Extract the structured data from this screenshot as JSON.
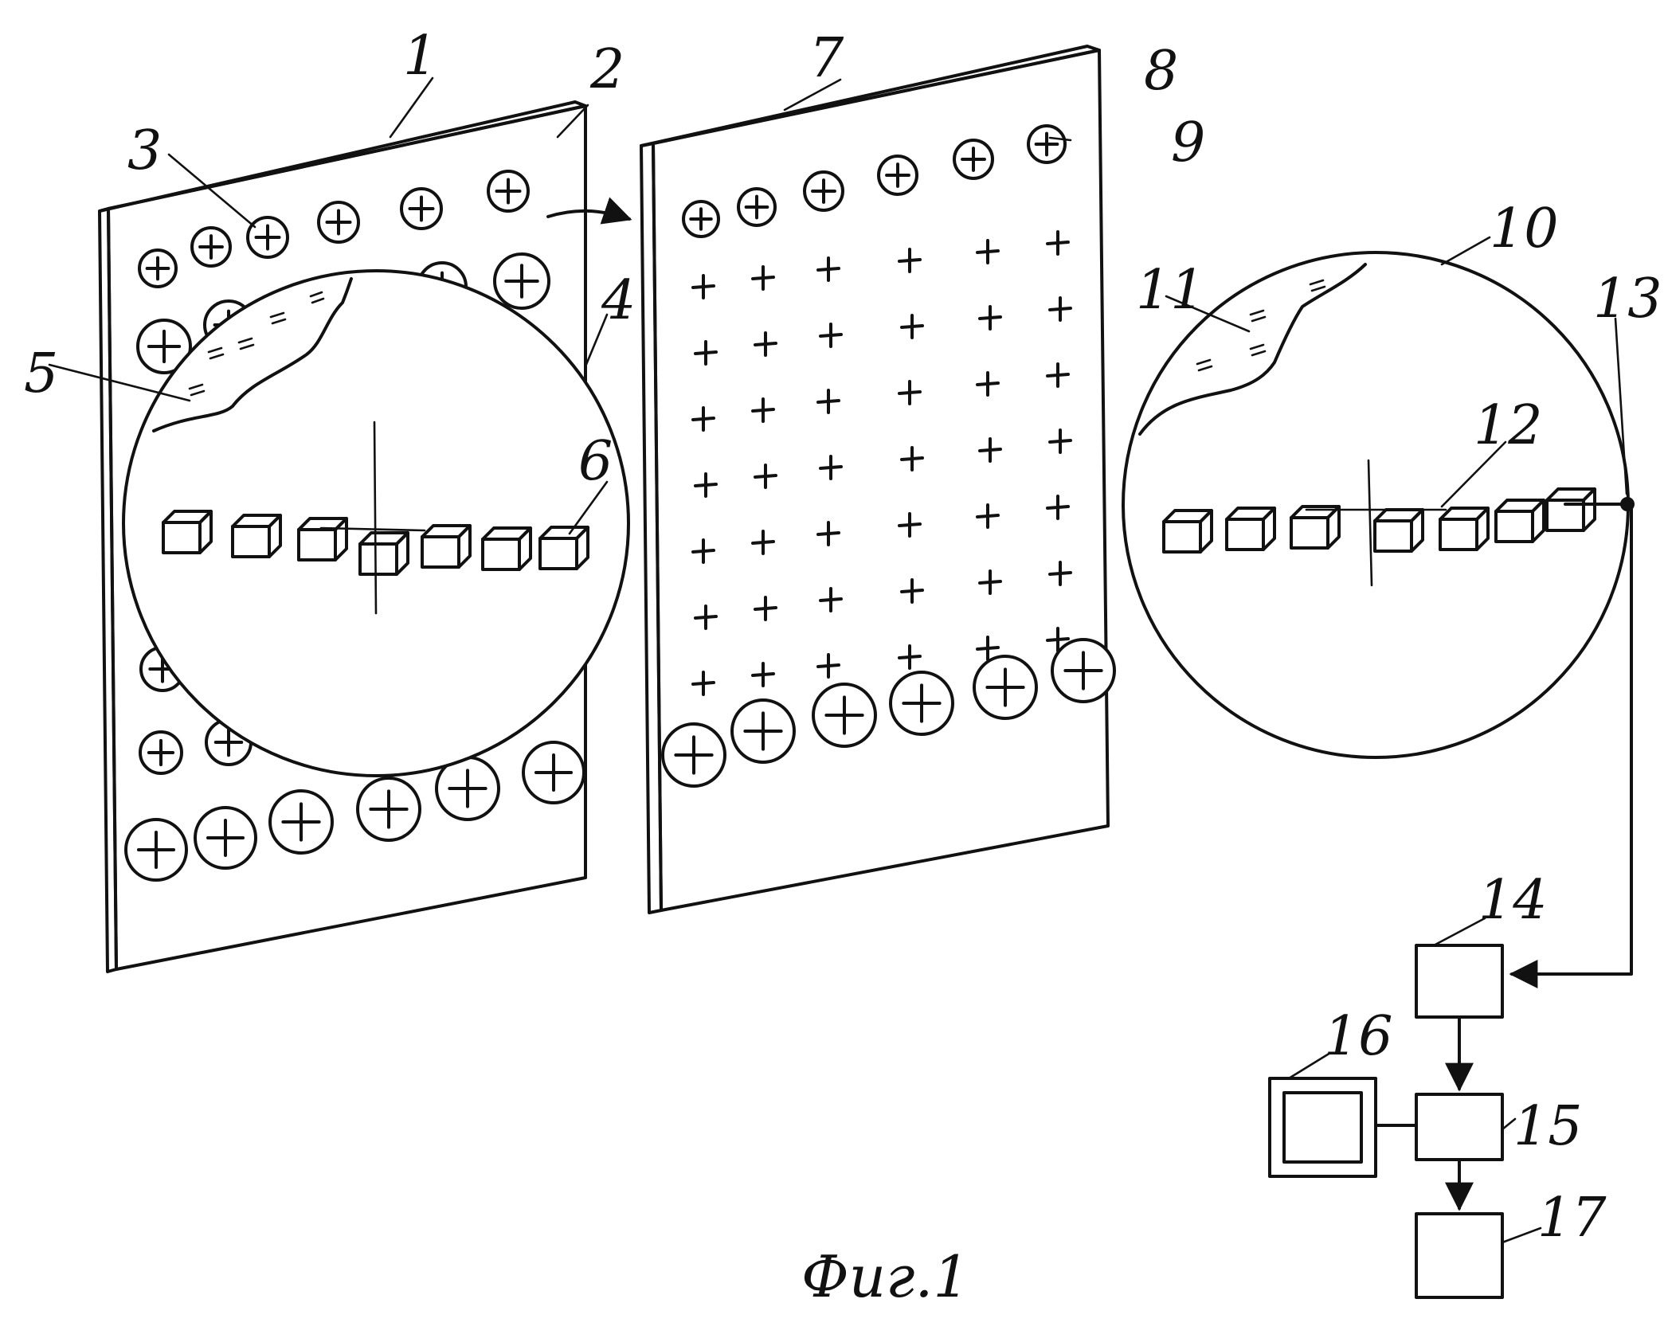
{
  "figure": {
    "caption": "Фиг.1",
    "labels": {
      "l1": "1",
      "l2": "2",
      "l3": "3",
      "l4": "4",
      "l5": "5",
      "l6": "6",
      "l7": "7",
      "l8": "8",
      "l9": "9",
      "l10": "10",
      "l11": "11",
      "l12": "12",
      "l13": "13",
      "l14": "14",
      "l15": "15",
      "l16": "16",
      "l17": "17"
    }
  }
}
